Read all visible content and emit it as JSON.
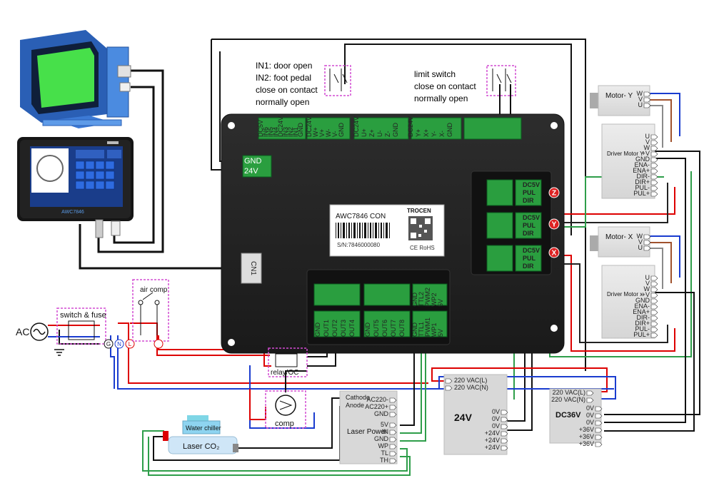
{
  "notes": {
    "in_switch": [
      "IN1: door open",
      "IN2: foot pedal",
      "close on contact",
      "normally open"
    ],
    "limit_switch": [
      "limit switch",
      "close on contact",
      "normally open"
    ]
  },
  "controller": {
    "model_label": "AWC7846 CON",
    "brand": "TROCEN",
    "serial": "S/N:7846000080",
    "cert": "CE RoHS",
    "cn1": "CN1",
    "power_gnd": "GND",
    "power_24v": "24V",
    "top_pins": [
      "DC5V",
      "IN6",
      "IN5",
      "IN4",
      "DC24V",
      "IN3",
      "IN2",
      "IN1",
      "GND",
      "DC24V",
      "W+",
      "V+",
      "W-",
      "V-",
      "GND",
      "DC24V",
      "U+",
      "Z+",
      "U-",
      "Z-",
      "GND",
      "DC24V",
      "Y+",
      "X+",
      "Y-",
      "X-",
      "GND"
    ],
    "axis_pins": [
      "DC5V",
      "PUL",
      "DIR"
    ],
    "bottom_top_pins": [
      "GND",
      "TTL2",
      "PWM2",
      "WP2",
      "5V"
    ],
    "bottom_pins": [
      "GND",
      "OUT1",
      "OUT2",
      "OUT3",
      "OUT4",
      "GND",
      "OUT5",
      "OUT6",
      "OUT7",
      "OUT8",
      "GND",
      "TTL1",
      "PWM1",
      "WP1",
      "5V"
    ],
    "axis_markers": [
      "Z",
      "Y",
      "X"
    ]
  },
  "panel": {
    "model": "AWC7846"
  },
  "motor_y": {
    "label": "Motor- Y",
    "pins": [
      "W",
      "V",
      "U"
    ]
  },
  "driver_y": {
    "label": "Driver Motor Y",
    "pins": [
      "U",
      "V",
      "W",
      "+V",
      "GND",
      "ENA-",
      "ENA+",
      "DIR-",
      "DIR+",
      "PUL-",
      "PUL+"
    ]
  },
  "motor_x": {
    "label": "Motor- X",
    "pins": [
      "W",
      "V",
      "U"
    ]
  },
  "driver_x": {
    "label": "Driver Motor x",
    "pins": [
      "U",
      "V",
      "W",
      "+V",
      "GND",
      "ENA-",
      "ENA+",
      "DIR-",
      "DIR+",
      "PUL-",
      "PUL+"
    ]
  },
  "mains": {
    "ac": "AC",
    "switch_fuse": "switch & fuse",
    "g": "G",
    "n": "N",
    "l": "L"
  },
  "air_comp": {
    "label": "air comp"
  },
  "relay": {
    "label": "relay/OC"
  },
  "comp": {
    "label": "comp"
  },
  "chiller": {
    "label": "Water chiller"
  },
  "laser_tube": {
    "label": "Laser CO₂"
  },
  "laser_power": {
    "title": "Laser Power",
    "left_pins": [
      "Cathode",
      "Anode"
    ],
    "right_pins": [
      "AC220-",
      "AC220+",
      "GND",
      "5V",
      "IN",
      "GND",
      "WP",
      "TL",
      "TH"
    ]
  },
  "psu24": {
    "title": "24V",
    "inputs": [
      "220 VAC(L)",
      "220 VAC(N)"
    ],
    "outputs": [
      "0V",
      "0V",
      "0V",
      "+24V",
      "+24V",
      "+24V"
    ]
  },
  "psu36": {
    "title": "DC36V",
    "inputs": [
      "220 VAC(L)",
      "220 VAC(N)"
    ],
    "outputs": [
      "0V",
      "0V",
      "0V",
      "+36V",
      "+36V",
      "+36V"
    ]
  }
}
